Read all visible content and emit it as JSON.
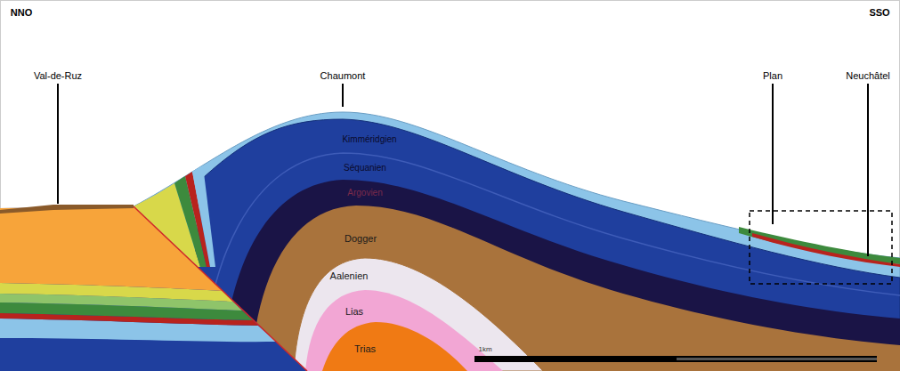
{
  "diagram": {
    "labels": [
      "NNO",
      "SSO",
      "Val-de-Ruz",
      "Chaumont",
      "Plan",
      "Neuchâtel",
      "Kimméridgien",
      "Séquanien",
      "Argovien",
      "Dogger",
      "Aalenien",
      "Lias",
      "Trias",
      "1km"
    ]
  }
}
